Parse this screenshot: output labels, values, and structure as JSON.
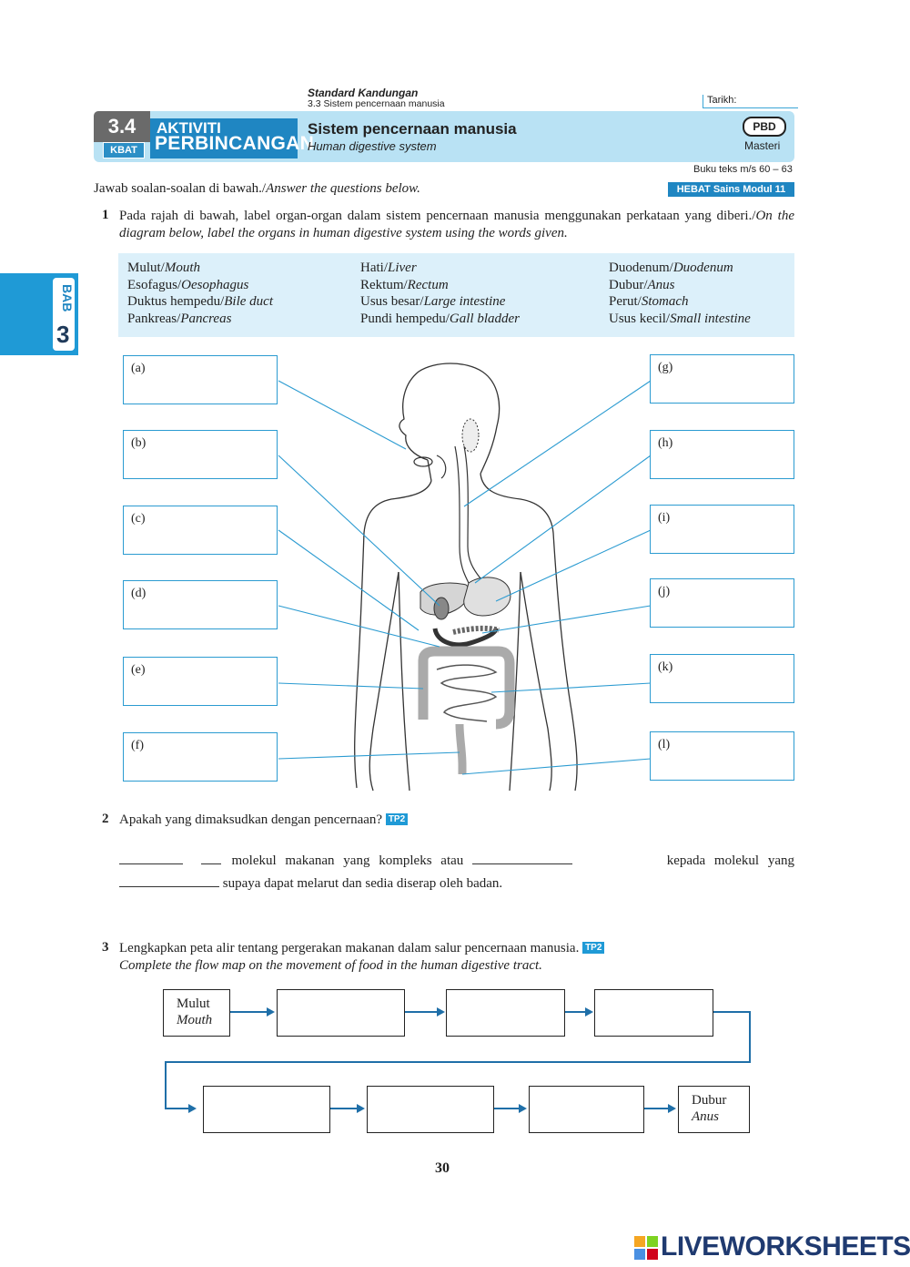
{
  "header": {
    "standard_title": "Standard Kandungan",
    "standard_sub": "3.3  Sistem pencernaan manusia",
    "tarikh_label": "Tarikh:",
    "activity_number": "3.4",
    "kbat": "KBAT",
    "activity_line1": "AKTIVITI",
    "activity_line2": "PERBINCANGAN",
    "title": "Sistem pencernaan manusia",
    "subtitle": "Human digestive system",
    "pbd": "PBD",
    "masteri": "Masteri",
    "buku_teks": "Buku teks m/s 60 – 63",
    "hebat": "HEBAT Sains Modul 11",
    "instruction": "Jawab soalan-soalan di bawah./",
    "instruction_en": "Answer the questions below."
  },
  "side_tab": {
    "label": "BAB",
    "number": "3"
  },
  "q1": {
    "number": "1",
    "text_ms": "Pada rajah di bawah, label organ-organ dalam sistem pencernaan manusia menggunakan perkataan yang diberi./",
    "text_en": "On the diagram below, label the organs in human digestive system using the words given.",
    "word_bank": [
      [
        {
          "ms": "Mulut/",
          "en": "Mouth"
        },
        {
          "ms": "Esofagus/",
          "en": "Oesophagus"
        },
        {
          "ms": "Duktus hempedu/",
          "en": "Bile duct"
        },
        {
          "ms": "Pankreas/",
          "en": "Pancreas"
        }
      ],
      [
        {
          "ms": "Hati/",
          "en": "Liver"
        },
        {
          "ms": "Rektum/",
          "en": "Rectum"
        },
        {
          "ms": "Usus besar/",
          "en": "Large intestine"
        },
        {
          "ms": "Pundi hempedu/",
          "en": "Gall bladder"
        }
      ],
      [
        {
          "ms": "Duodenum/",
          "en": "Duodenum"
        },
        {
          "ms": "Dubur/",
          "en": "Anus"
        },
        {
          "ms": "Perut/",
          "en": "Stomach"
        },
        {
          "ms": "Usus kecil/",
          "en": "Small intestine"
        }
      ]
    ],
    "left_labels": [
      "(a)",
      "(b)",
      "(c)",
      "(d)",
      "(e)",
      "(f)"
    ],
    "right_labels": [
      "(g)",
      "(h)",
      "(i)",
      "(j)",
      "(k)",
      "(l)"
    ]
  },
  "q2": {
    "number": "2",
    "question": "Apakah yang dimaksudkan dengan pencernaan?",
    "tp": "TP2",
    "part1": "molekul makanan yang kompleks atau",
    "part2": "kepada molekul yang",
    "part3": "supaya dapat melarut dan sedia diserap oleh badan."
  },
  "q3": {
    "number": "3",
    "text_ms": "Lengkapkan peta alir tentang pergerakan makanan dalam salur pencernaan manusia.",
    "tp": "TP2",
    "text_en": "Complete the flow map on the movement of food in the human digestive tract.",
    "start_ms": "Mulut",
    "start_en": "Mouth",
    "end_ms": "Dubur",
    "end_en": "Anus"
  },
  "page_number": "30",
  "watermark": "LIVEWORKSHEETS",
  "colors": {
    "accent": "#1f86c2",
    "banner": "#b9e2f4",
    "wordbank": "#dcf0fa",
    "line": "#2b9bd1"
  }
}
